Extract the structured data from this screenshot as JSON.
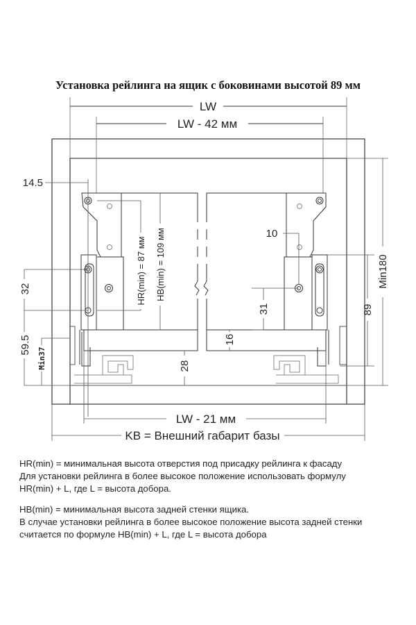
{
  "title": "Установка рейлинга на ящик с боковинами высотой 89 мм",
  "dimensions": {
    "lw": "LW",
    "lw_minus_42": "LW - 42 мм",
    "lw_minus_21": "LW - 21 мм",
    "kb": "KB = Внешний габарит базы",
    "hr_min": "HR(min) = 87 мм",
    "hb_min": "HB(min) = 109 мм",
    "d14_5": "14.5",
    "d32": "32",
    "d59_5": "59.5",
    "min37": "Min37",
    "d28": "28",
    "d16": "16",
    "d31": "31",
    "d10": "10",
    "d89": "89",
    "min180": "Min180"
  },
  "notes": {
    "hr": [
      "HR(min) = минимальная высота отверстия под присадку рейлинга к фасаду",
      "Для установки рейлинга в более высокое положение использовать формулу",
      "HR(min) + L,  где L = высота добора."
    ],
    "hb": [
      "HB(min) = минимальная высота задней стенки ящика.",
      "В случае установки рейлинга в более высокое положение высота задней стенки",
      "считается по формуле HB(min) + L, где L = высота добора"
    ]
  }
}
